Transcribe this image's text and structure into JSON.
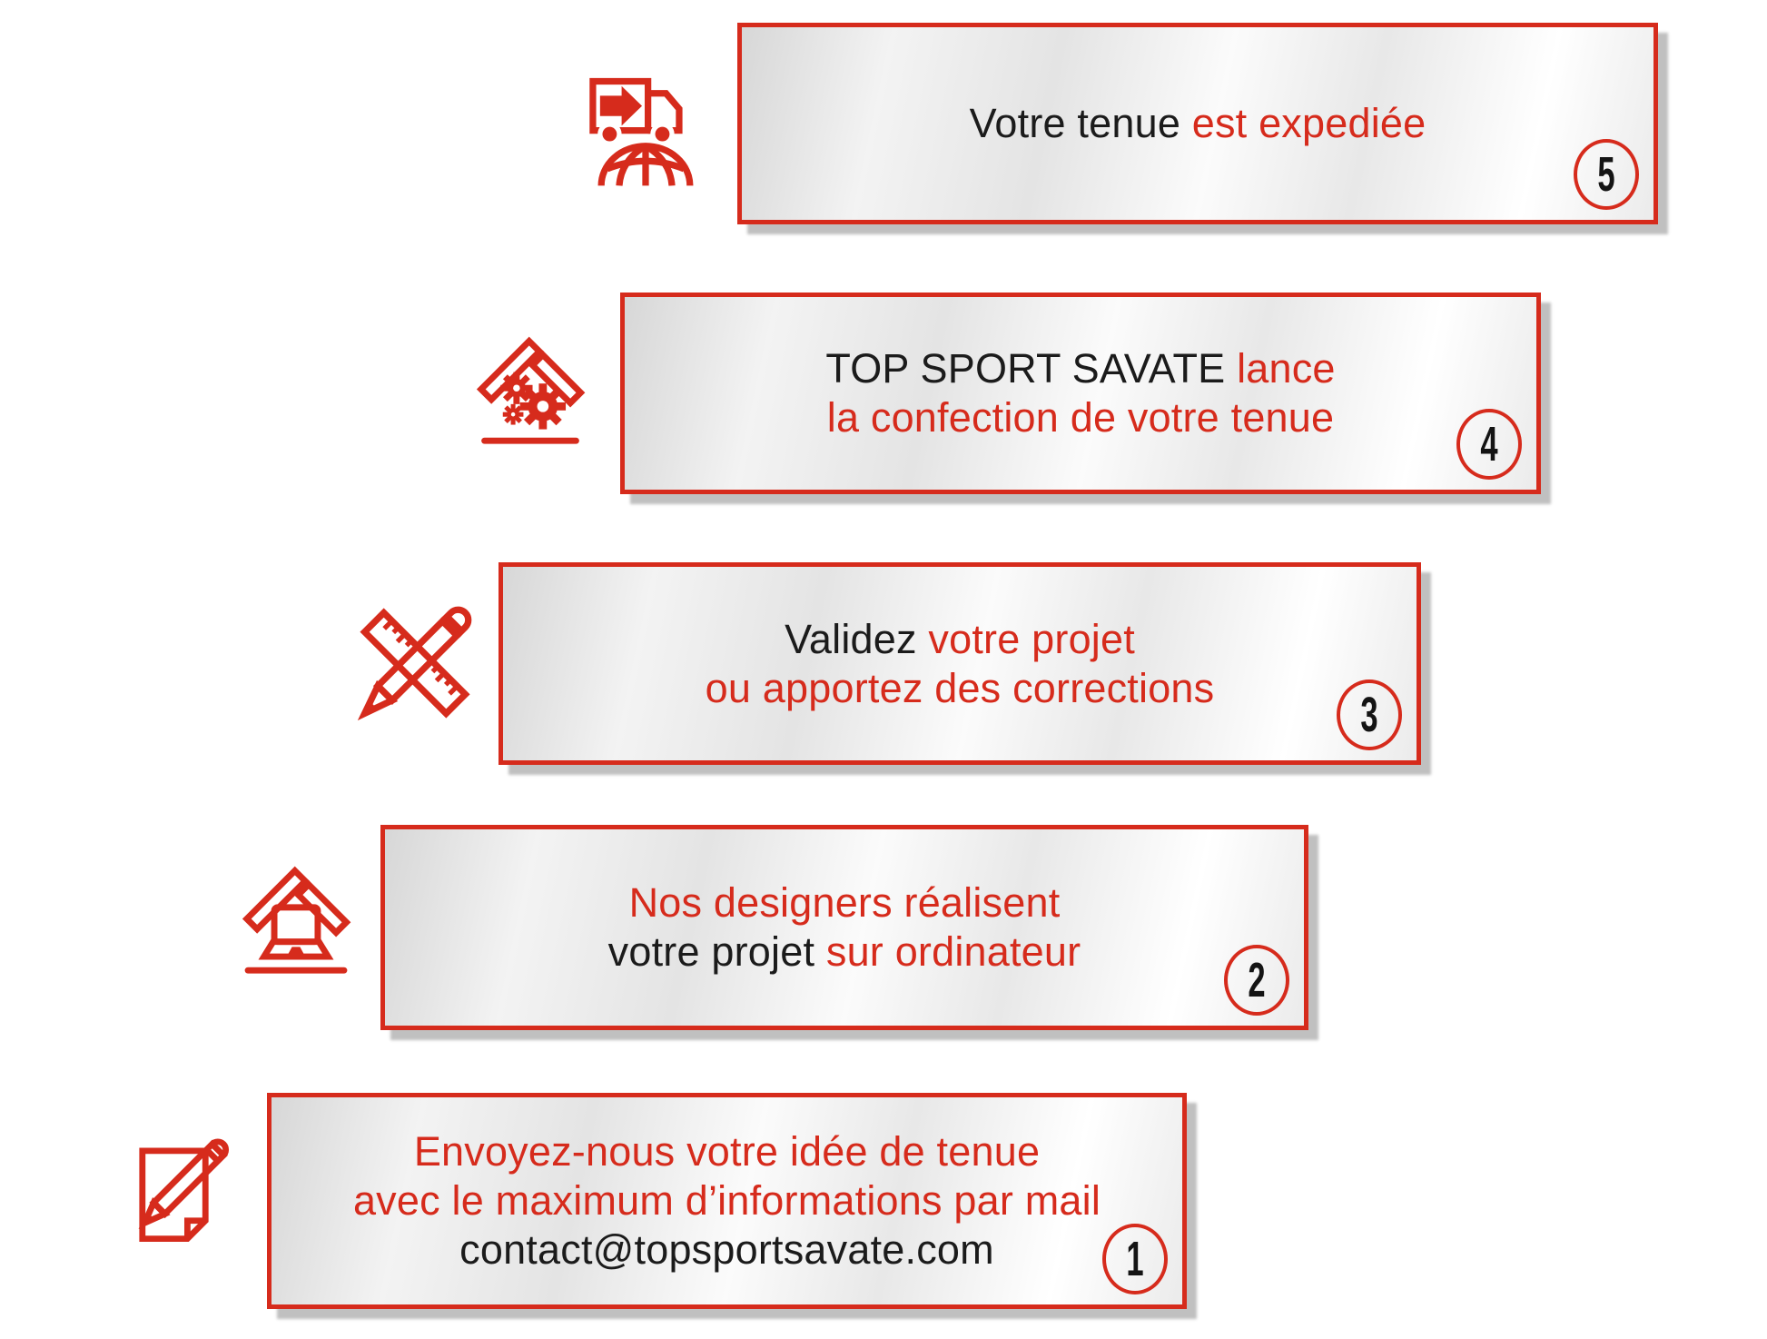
{
  "colors": {
    "accent_red": "#d62b1c",
    "text_black": "#1b1b1b",
    "panel_fill_light": "#f3f3f3",
    "panel_fill_dark": "#d7d7d7",
    "shadow_gray": "#c0c0c0",
    "badge_number_black": "#141414"
  },
  "steps": [
    {
      "number": "5",
      "icon": "delivery-truck-globe-icon",
      "lines": [
        [
          {
            "text": "Votre tenue ",
            "color": "black"
          },
          {
            "text": "est expediée",
            "color": "red"
          }
        ]
      ]
    },
    {
      "number": "4",
      "icon": "workshop-gears-icon",
      "lines": [
        [
          {
            "text": "TOP SPORT SAVATE ",
            "color": "black"
          },
          {
            "text": "lance",
            "color": "red"
          }
        ],
        [
          {
            "text": "la confection de votre tenue",
            "color": "red"
          }
        ]
      ]
    },
    {
      "number": "3",
      "icon": "pencil-ruler-icon",
      "lines": [
        [
          {
            "text": "Validez ",
            "color": "black"
          },
          {
            "text": "votre projet",
            "color": "red"
          }
        ],
        [
          {
            "text": "ou apportez des corrections",
            "color": "red"
          }
        ]
      ]
    },
    {
      "number": "2",
      "icon": "laptop-house-icon",
      "lines": [
        [
          {
            "text": "Nos designers réalisent",
            "color": "red"
          }
        ],
        [
          {
            "text": "votre projet ",
            "color": "black"
          },
          {
            "text": "sur ordinateur",
            "color": "red"
          }
        ]
      ]
    },
    {
      "number": "1",
      "icon": "note-pencil-icon",
      "lines": [
        [
          {
            "text": "Envoyez-nous votre idée de tenue",
            "color": "red"
          }
        ],
        [
          {
            "text": "avec le maximum d’informations par mail",
            "color": "red"
          }
        ],
        [
          {
            "text": "contact@topsportsavate.com",
            "color": "black"
          }
        ]
      ]
    }
  ]
}
